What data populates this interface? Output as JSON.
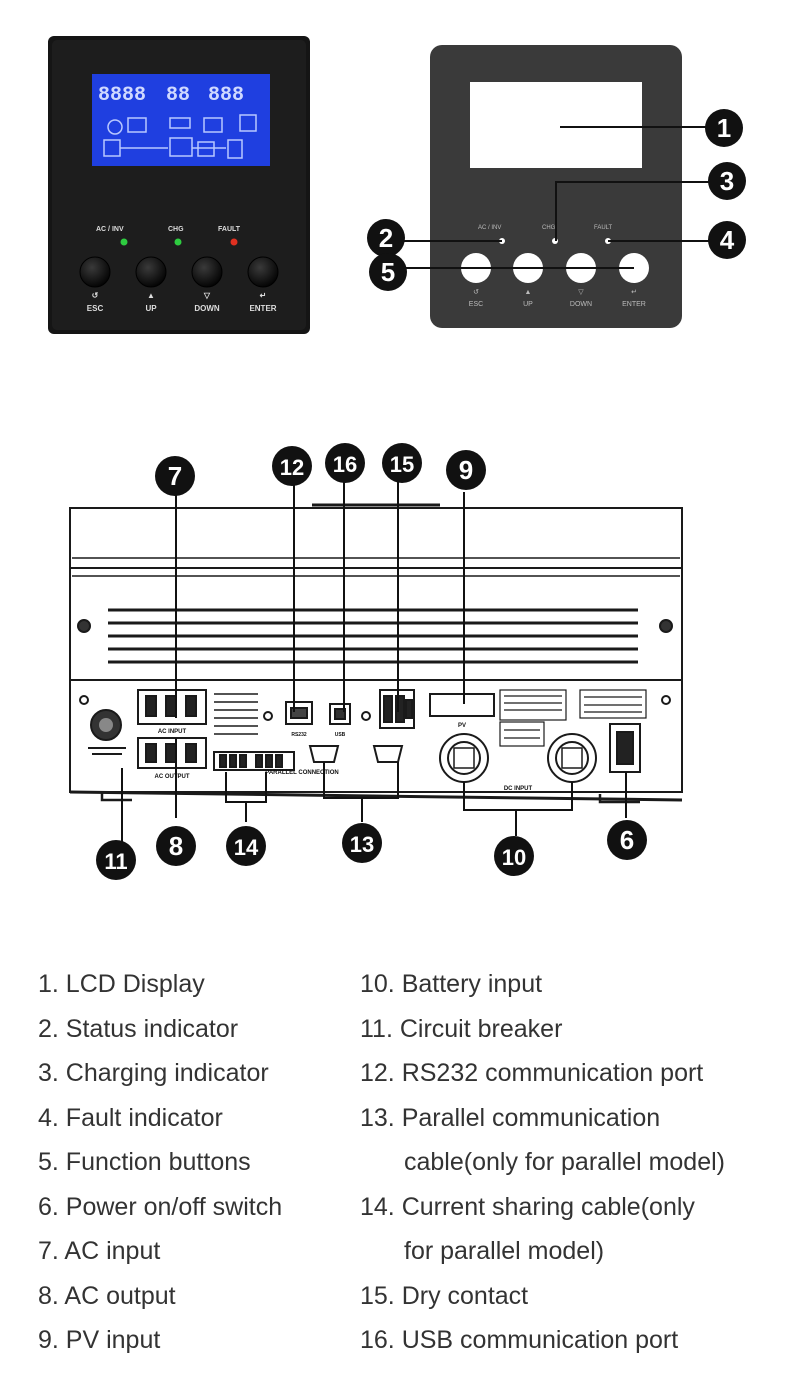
{
  "panel_photo": {
    "leds": [
      {
        "label": "AC / INV",
        "color": "#2ecc40"
      },
      {
        "label": "CHG",
        "color": "#2ecc40"
      },
      {
        "label": "FAULT",
        "color": "#e03020"
      }
    ],
    "buttons": [
      "ESC",
      "UP",
      "DOWN",
      "ENTER"
    ],
    "lcd_color": "#1f3fe0"
  },
  "panel_drawing": {
    "indicator_labels": [
      "AC / INV",
      "CHG",
      "FAULT"
    ],
    "buttons": [
      "ESC",
      "UP",
      "DOWN",
      "ENTER"
    ]
  },
  "rear_panel": {
    "port_labels": {
      "ac_input": "AC INPUT",
      "ac_output": "AC OUTPUT",
      "rs232": "RS232",
      "usb": "USB",
      "pv": "PV",
      "parallel": "PARALLEL CONNECTION",
      "dc_input": "DC INPUT"
    }
  },
  "callouts": [
    "1",
    "2",
    "3",
    "4",
    "5",
    "6",
    "7",
    "8",
    "9",
    "10",
    "11",
    "12",
    "13",
    "14",
    "15",
    "16"
  ],
  "legend_left": [
    "1. LCD Display",
    "2. Status indicator",
    "3. Charging indicator",
    "4. Fault indicator",
    "5. Function buttons",
    "6. Power on/off switch",
    "7. AC input",
    "8. AC output",
    "9. PV input"
  ],
  "legend_right": [
    "10. Battery input",
    "11. Circuit breaker",
    "12. RS232 communication port",
    "13. Parallel communication",
    "cable(only for parallel model)",
    "14. Current sharing cable(only",
    "for parallel model)",
    "15. Dry contact",
    "16. USB communication port"
  ]
}
